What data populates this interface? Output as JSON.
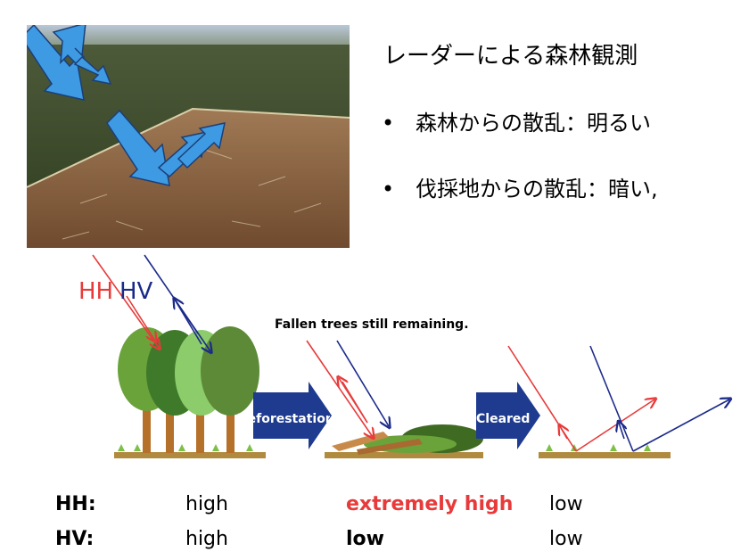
{
  "slide": {
    "title": "レーダーによる森林観測",
    "bullets": [
      "森林からの散乱：明るい",
      "伐採地からの散乱：暗い,"
    ],
    "bullet_symbol": "•"
  },
  "diagram": {
    "label_hh": "HH",
    "label_hv": "HV",
    "caption": "Fallen trees still remaining.",
    "arrow_deforestation": "Deforestation",
    "arrow_cleared": "Cleared",
    "colors": {
      "hh": "#e83a3a",
      "hv": "#1b2a8a",
      "arrow": "#1f3b8f"
    }
  },
  "table": {
    "rows": [
      {
        "label": "HH:",
        "values": [
          "high",
          "extremely high",
          "low"
        ]
      },
      {
        "label": "HV:",
        "values": [
          "high",
          "low",
          "low"
        ]
      }
    ]
  }
}
